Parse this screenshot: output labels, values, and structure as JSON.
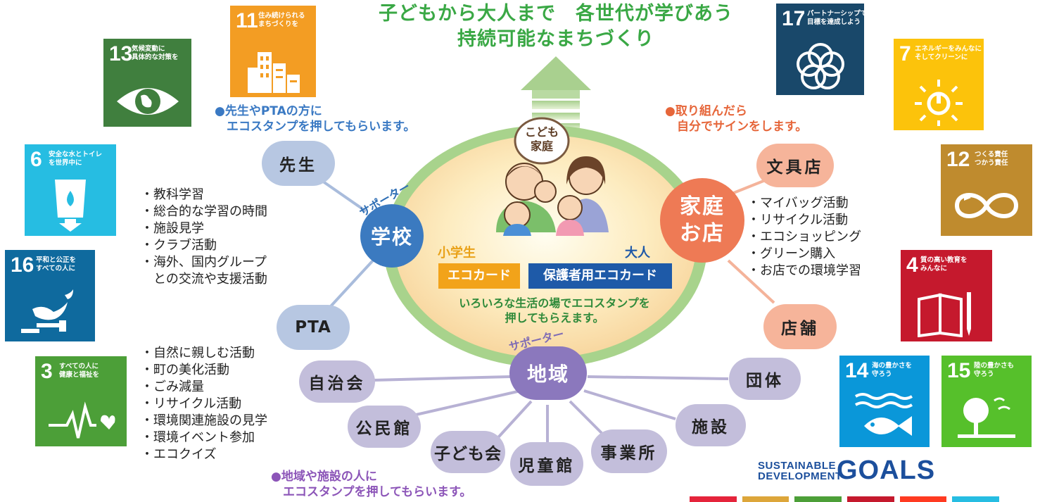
{
  "headline": {
    "line1": "子どもから大人まで　各世代が学びあう",
    "line2": "持続可能なまちづくり"
  },
  "center": {
    "kids_family": "こども\n家庭",
    "child_label": "小学生",
    "adult_label": "大人",
    "child_card": "エコカード",
    "adult_card": "保護者用エコカード",
    "message": "いろいろな生活の場でエコスタンプを\n押してもらえます。"
  },
  "school": {
    "hub": "学校",
    "supporter": "サポーター",
    "teacher": "先生",
    "pta": "PTA",
    "note": "●先生やPTAの方に\n　エコスタンプを押してもらいます。",
    "activities_teacher": [
      "教科学習",
      "総合的な学習の時間",
      "施設見学",
      "クラブ活動",
      "海外、国内グループ",
      "　との交流や支援活動"
    ],
    "activities_pta": [
      "自然に親しむ活動",
      "町の美化活動",
      "ごみ減量",
      "リサイクル活動",
      "環境関連施設の見学",
      "環境イベント参加",
      "エコクイズ"
    ]
  },
  "home": {
    "hub": "家庭\nお店",
    "stationery": "文具店",
    "store": "店舗",
    "note": "●取り組んだら\n　自分でサインをします。",
    "activities": [
      "マイバッグ活動",
      "リサイクル活動",
      "エコショッピング",
      "グリーン購入",
      "お店での環境学習"
    ]
  },
  "community": {
    "hub": "地域",
    "supporter": "サポーター",
    "nodes": [
      "自治会",
      "公民館",
      "子ども会",
      "児童館",
      "事業所",
      "施設",
      "団体"
    ],
    "note": "●地域や施設の人に\n　エコスタンプを押してもらいます。"
  },
  "sdgs": [
    {
      "num": "11",
      "label": "住み続けられる\nまちづくりを",
      "color": "#f39d23",
      "icon": "city-icon"
    },
    {
      "num": "13",
      "label": "気候変動に\n具体的な対策を",
      "color": "#407f3e",
      "icon": "eye-globe-icon"
    },
    {
      "num": "6",
      "label": "安全な水とトイレ\nを世界中に",
      "color": "#26bde2",
      "icon": "water-drop-icon"
    },
    {
      "num": "16",
      "label": "平和と公正を\nすべての人に",
      "color": "#0f6a9e",
      "icon": "dove-gavel-icon"
    },
    {
      "num": "3",
      "label": "すべての人に\n健康と福祉を",
      "color": "#4c9f38",
      "icon": "heartbeat-icon"
    },
    {
      "num": "17",
      "label": "パートナーシップで\n目標を達成しよう",
      "color": "#19486a",
      "icon": "rings-icon"
    },
    {
      "num": "7",
      "label": "エネルギーをみんなに\nそしてクリーンに",
      "color": "#fcc30b",
      "icon": "power-sun-icon"
    },
    {
      "num": "12",
      "label": "つくる責任\nつかう責任",
      "color": "#bf8b2e",
      "icon": "infinity-icon"
    },
    {
      "num": "4",
      "label": "質の高い教育を\nみんなに",
      "color": "#c5192d",
      "icon": "book-pencil-icon"
    },
    {
      "num": "14",
      "label": "海の豊かさを\n守ろう",
      "color": "#0a97d9",
      "icon": "fish-icon"
    },
    {
      "num": "15",
      "label": "陸の豊かさも\n守ろう",
      "color": "#56c02b",
      "icon": "tree-icon"
    }
  ],
  "sdg_logo": {
    "line1": "SUSTAINABLE",
    "line2": "DEVELOPMENT",
    "goals": "GOALS",
    "bar_colors": [
      "#e5243b",
      "#dda63a",
      "#4c9f38",
      "#c5192d",
      "#ff3a21",
      "#26bde2"
    ]
  }
}
